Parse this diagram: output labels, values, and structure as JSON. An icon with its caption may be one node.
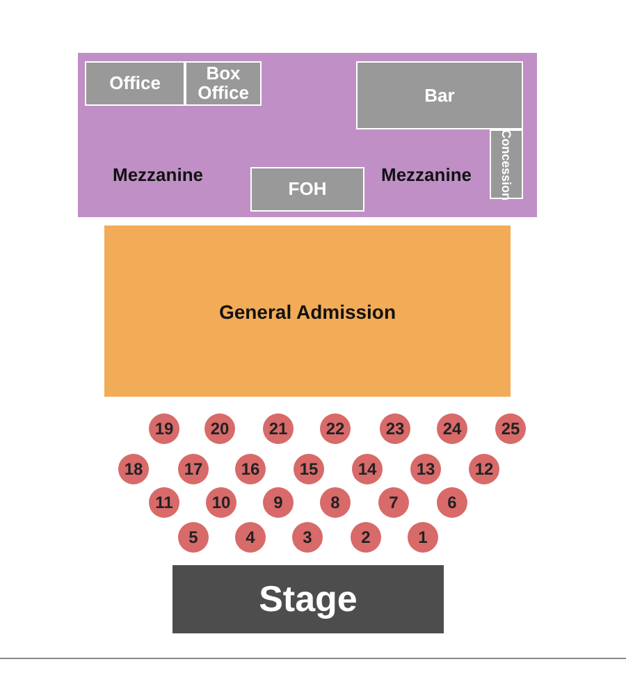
{
  "diagram": {
    "nodes": [
      {
        "text": [
          "Mezzanine",
          "Mezzanine"
        ]
      },
      {
        "text": [
          "Office"
        ],
        "in": 0
      },
      {
        "text": [
          "Box Office"
        ],
        "in": 0
      },
      {
        "text": [
          "Bar"
        ],
        "in": 0
      },
      {
        "text": [
          "Concession"
        ],
        "in": 0
      },
      {
        "text": [
          "FOH"
        ],
        "in": 0
      },
      {
        "text": [
          "General Admission"
        ]
      },
      {
        "text": [
          "19"
        ]
      },
      {
        "text": [
          "20"
        ]
      },
      {
        "text": [
          "21"
        ]
      },
      {
        "text": [
          "22"
        ]
      },
      {
        "text": [
          "23"
        ]
      },
      {
        "text": [
          "24"
        ]
      },
      {
        "text": [
          "25"
        ]
      },
      {
        "text": [
          "18"
        ]
      },
      {
        "text": [
          "17"
        ]
      },
      {
        "text": [
          "16"
        ]
      },
      {
        "text": [
          "15"
        ]
      },
      {
        "text": [
          "14"
        ]
      },
      {
        "text": [
          "13"
        ]
      },
      {
        "text": [
          "12"
        ]
      },
      {
        "text": [
          "11"
        ]
      },
      {
        "text": [
          "10"
        ]
      },
      {
        "text": [
          "9"
        ]
      },
      {
        "text": [
          "8"
        ]
      },
      {
        "text": [
          "7"
        ]
      },
      {
        "text": [
          "6"
        ]
      },
      {
        "text": [
          "5"
        ]
      },
      {
        "text": [
          "4"
        ]
      },
      {
        "text": [
          "3"
        ]
      },
      {
        "text": [
          "2"
        ]
      },
      {
        "text": [
          "1"
        ]
      },
      {
        "text": [
          "Stage"
        ]
      }
    ],
    "edges": []
  }
}
